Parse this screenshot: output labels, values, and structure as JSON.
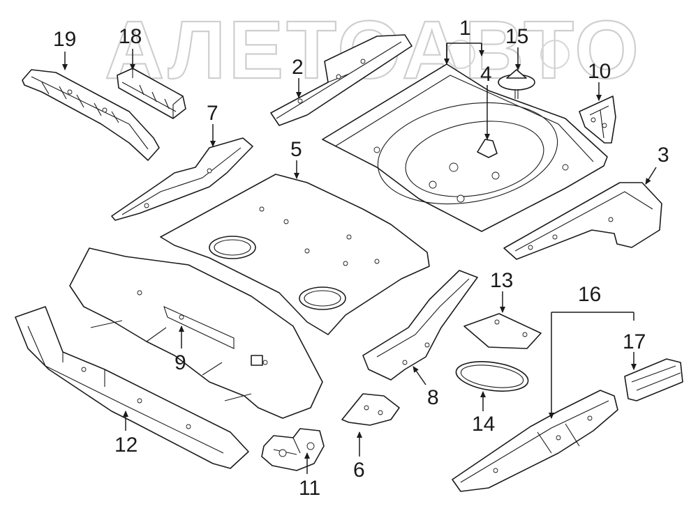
{
  "watermark": {
    "text": "АЛЕТОАВТО"
  },
  "callouts": [
    {
      "id": "c1",
      "text": "1"
    },
    {
      "id": "c2",
      "text": "2"
    },
    {
      "id": "c3",
      "text": "3"
    },
    {
      "id": "c4",
      "text": "4"
    },
    {
      "id": "c5",
      "text": "5"
    },
    {
      "id": "c6",
      "text": "6"
    },
    {
      "id": "c7",
      "text": "7"
    },
    {
      "id": "c8",
      "text": "8"
    },
    {
      "id": "c9",
      "text": "9"
    },
    {
      "id": "c10",
      "text": "10"
    },
    {
      "id": "c11",
      "text": "11"
    },
    {
      "id": "c12",
      "text": "12"
    },
    {
      "id": "c13",
      "text": "13"
    },
    {
      "id": "c14",
      "text": "14"
    },
    {
      "id": "c15",
      "text": "15"
    },
    {
      "id": "c16",
      "text": "16"
    },
    {
      "id": "c17",
      "text": "17"
    },
    {
      "id": "c18",
      "text": "18"
    },
    {
      "id": "c19",
      "text": "19"
    }
  ],
  "colors": {
    "line": "#1a1a1a",
    "background": "#ffffff",
    "watermark": "#cfcfcf"
  }
}
